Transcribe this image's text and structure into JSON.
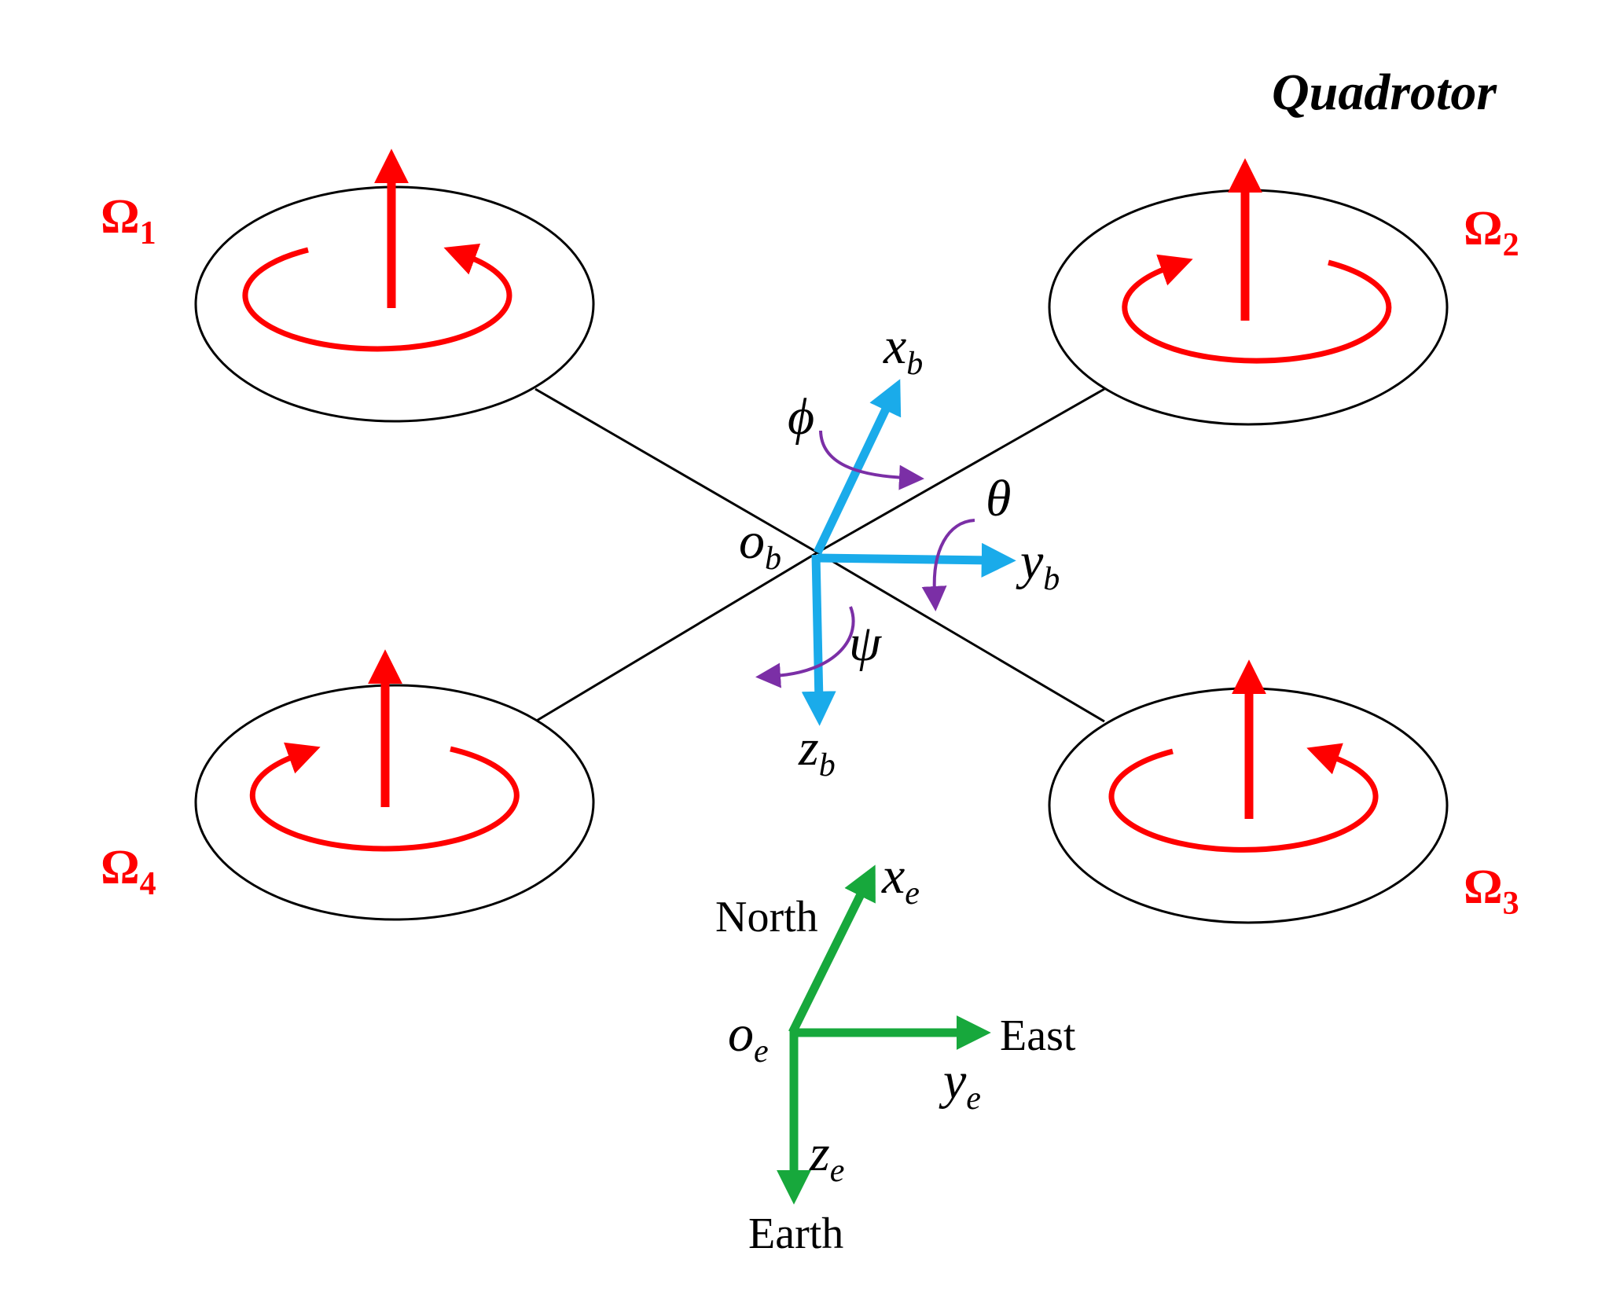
{
  "title": "Quadrotor",
  "rotors": [
    {
      "symbol": "Ω",
      "index": "1"
    },
    {
      "symbol": "Ω",
      "index": "2"
    },
    {
      "symbol": "Ω",
      "index": "3"
    },
    {
      "symbol": "Ω",
      "index": "4"
    }
  ],
  "body_frame": {
    "origin": {
      "base": "o",
      "sub": "b"
    },
    "x": {
      "base": "x",
      "sub": "b"
    },
    "y": {
      "base": "y",
      "sub": "b"
    },
    "z": {
      "base": "z",
      "sub": "b"
    },
    "roll": "ϕ",
    "pitch": "θ",
    "yaw": "ψ"
  },
  "earth_frame": {
    "origin": {
      "base": "o",
      "sub": "e"
    },
    "x": {
      "base": "x",
      "sub": "e"
    },
    "y": {
      "base": "y",
      "sub": "e"
    },
    "z": {
      "base": "z",
      "sub": "e"
    },
    "north": "North",
    "east": "East",
    "earth": "Earth"
  },
  "colors": {
    "rotor": "#ff0000",
    "body_axes": "#1aabea",
    "angles": "#7b2fa6",
    "earth_axes": "#17a83c",
    "frame": "#000000"
  }
}
